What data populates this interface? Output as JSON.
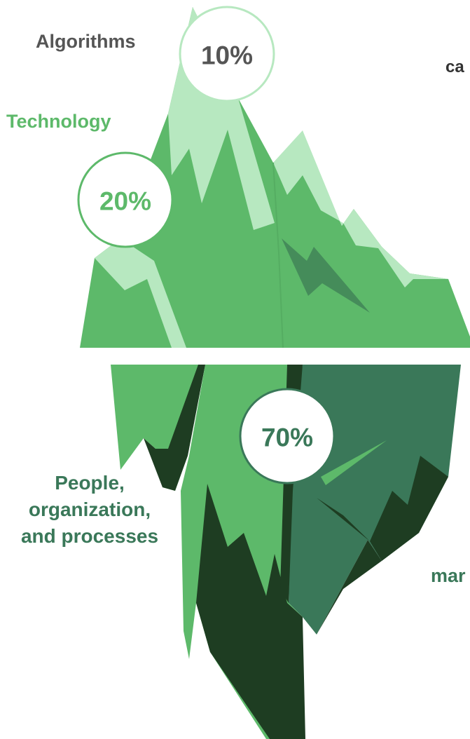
{
  "colors": {
    "green_light": "#b7e8c0",
    "green_mid": "#5db96a",
    "green_dark": "#458c5a",
    "green_teal": "#3a7859",
    "green_deep": "#1e3d22",
    "text_gray": "#555555",
    "text_green": "#5db96a",
    "text_teal": "#3a7859"
  },
  "labels": {
    "algorithms": "Algorithms",
    "technology": "Technology",
    "people_line1": "People,",
    "people_line2": "organization,",
    "people_line3": "and processes",
    "cut_top": "ca",
    "cut_bottom": "mar"
  },
  "percentages": {
    "algorithms": "10%",
    "technology": "20%",
    "people": "70%"
  }
}
